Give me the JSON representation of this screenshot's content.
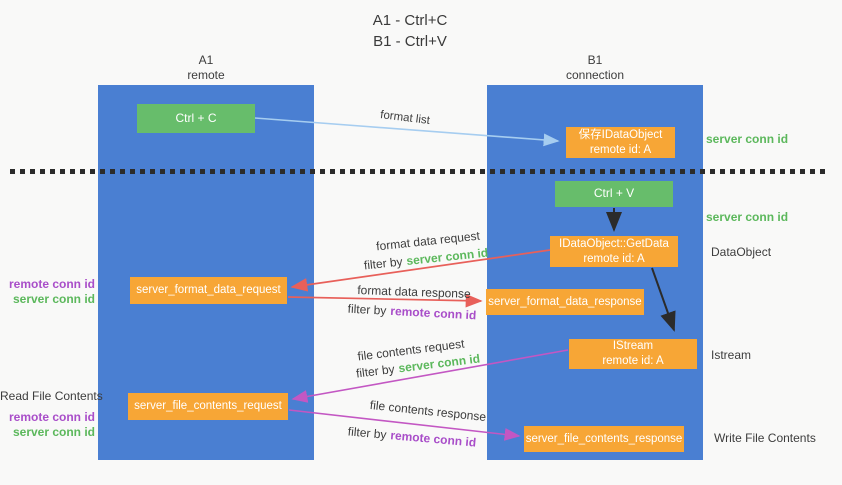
{
  "title": {
    "line1": "A1 - Ctrl+C",
    "line2": "B1 - Ctrl+V"
  },
  "columns": {
    "left": {
      "name": "A1",
      "role": "remote"
    },
    "right": {
      "name": "B1",
      "role": "connection"
    }
  },
  "boxes": {
    "ctrl_c": {
      "label": "Ctrl + C"
    },
    "ctrl_v": {
      "label": "Ctrl + V"
    },
    "save_dataobject": {
      "line1": "保存IDataObject",
      "line2": "remote id: A"
    },
    "getdata": {
      "line1": "IDataObject::GetData",
      "line2": "remote id: A"
    },
    "istream": {
      "line1": "IStream",
      "line2": "remote id: A"
    },
    "format_request": {
      "label": "server_format_data_request"
    },
    "format_response": {
      "label": "server_format_data_response"
    },
    "file_request": {
      "label": "server_file_contents_request"
    },
    "file_response": {
      "label": "server_file_contents_response"
    }
  },
  "edges": {
    "format_list": {
      "label": "format list"
    },
    "format_request": {
      "label": "format data request",
      "filter_prefix": "filter by",
      "filter_key": "server conn id"
    },
    "format_response": {
      "label": "format data response",
      "filter_prefix": "filter by",
      "filter_key": "remote conn id"
    },
    "file_request": {
      "label": "file contents request",
      "filter_prefix": "filter by",
      "filter_key": "server conn id"
    },
    "file_response": {
      "label": "file contents response",
      "filter_prefix": "filter by",
      "filter_key": "remote conn id"
    }
  },
  "side_labels": {
    "right_top_server_conn_id": "server conn id",
    "right_mid_server_conn_id": "server conn id",
    "dataobject": "DataObject",
    "istream": "Istream",
    "write_file_contents": "Write File Contents",
    "left_remote_conn_id": "remote conn id",
    "left_server_conn_id": "server conn id",
    "read_file_contents": "Read File Contents",
    "left_bottom_remote_conn_id": "remote conn id",
    "left_bottom_server_conn_id": "server conn id"
  },
  "colors": {
    "column_blue": "#4a7fd2",
    "box_green": "#67bd6b",
    "box_orange": "#f7a636",
    "arrow_light_blue": "#a6cdf0",
    "arrow_salmon": "#e8605a",
    "arrow_magenta": "#c357c3",
    "arrow_black": "#2b2b2b",
    "text_green": "#5cb85c",
    "text_purple": "#a94ec9"
  }
}
